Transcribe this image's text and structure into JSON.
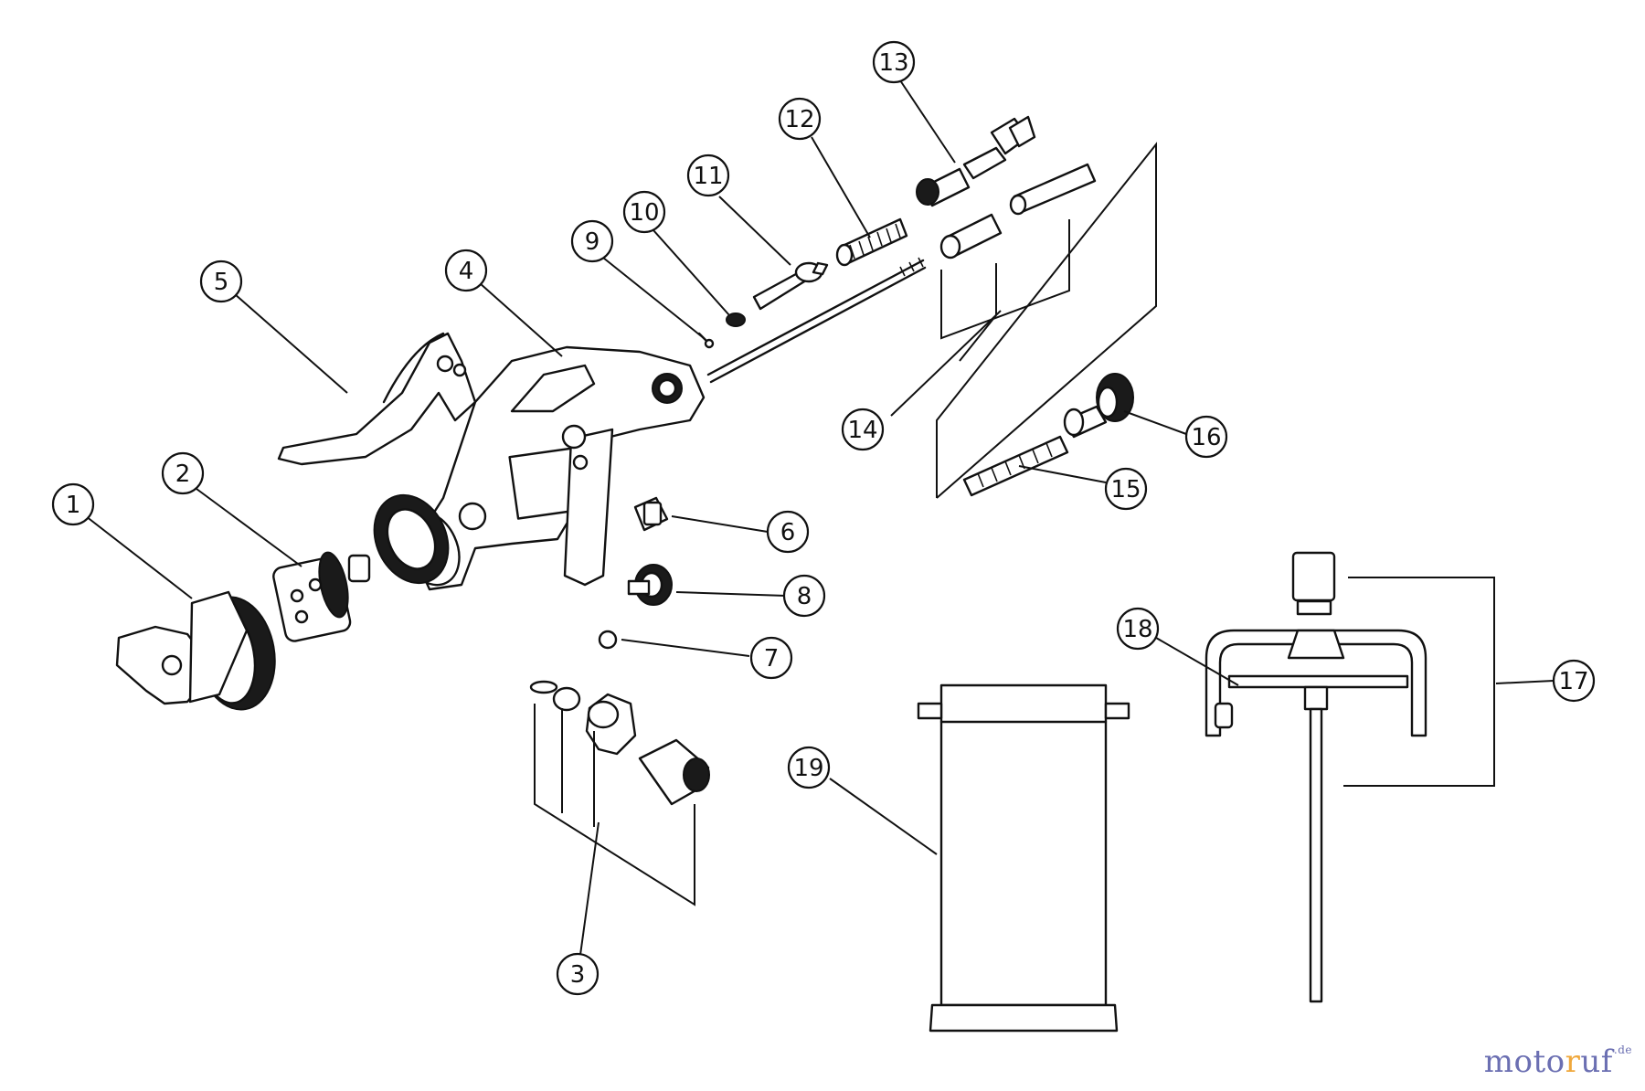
{
  "diagram": {
    "callouts": [
      {
        "id": "c1",
        "label": "1"
      },
      {
        "id": "c2",
        "label": "2"
      },
      {
        "id": "c3",
        "label": "3"
      },
      {
        "id": "c4",
        "label": "4"
      },
      {
        "id": "c5",
        "label": "5"
      },
      {
        "id": "c6",
        "label": "6"
      },
      {
        "id": "c7",
        "label": "7"
      },
      {
        "id": "c8",
        "label": "8"
      },
      {
        "id": "c9",
        "label": "9"
      },
      {
        "id": "c10",
        "label": "10"
      },
      {
        "id": "c11",
        "label": "11"
      },
      {
        "id": "c12",
        "label": "12"
      },
      {
        "id": "c13",
        "label": "13"
      },
      {
        "id": "c14",
        "label": "14"
      },
      {
        "id": "c15",
        "label": "15"
      },
      {
        "id": "c16",
        "label": "16"
      },
      {
        "id": "c17",
        "label": "17"
      },
      {
        "id": "c18",
        "label": "18"
      },
      {
        "id": "c19",
        "label": "19"
      }
    ]
  },
  "logo": {
    "part1": "moto",
    "part2": "r",
    "part3": "uf",
    "tld": ".de",
    "colors": {
      "primary": "#6b6fb2",
      "accent": "#f0a83c"
    }
  }
}
